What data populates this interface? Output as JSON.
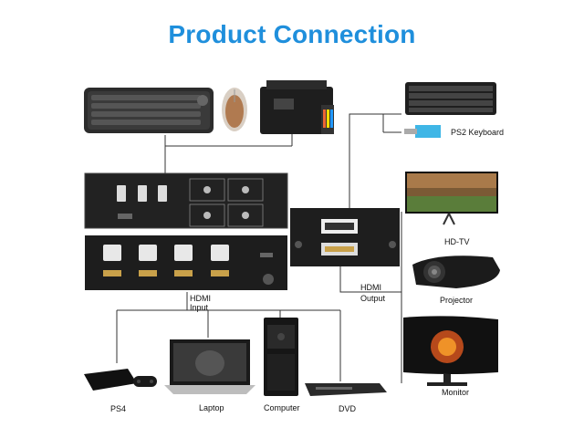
{
  "title": "Product Connection",
  "labels": {
    "ps2_keyboard": "PS2 Keyboard",
    "hdtv": "HD-TV",
    "hdmi_output": "HDMI\nOutput",
    "hdmi_output_line1": "HDMI",
    "hdmi_output_line2": "Output",
    "projector": "Projector",
    "hdmi_input_line1": "HDMI",
    "hdmi_input_line2": "Input",
    "monitor": "Monitor",
    "ps4": "PS4",
    "laptop": "Laptop",
    "computer": "Computer",
    "dvd": "DVD"
  },
  "colors": {
    "title": "#1f8fdc",
    "device_body": "#2a2a2a",
    "line": "#333333"
  },
  "icons": [
    "keyboard-icon",
    "mouse-icon",
    "printer-icon",
    "kvm-switch-front",
    "kvm-switch-rear",
    "hdmi-extender-box",
    "hdtv-icon",
    "projector-icon",
    "monitor-icon",
    "ps4-icon",
    "laptop-icon",
    "computer-tower-icon",
    "dvd-player-icon"
  ]
}
